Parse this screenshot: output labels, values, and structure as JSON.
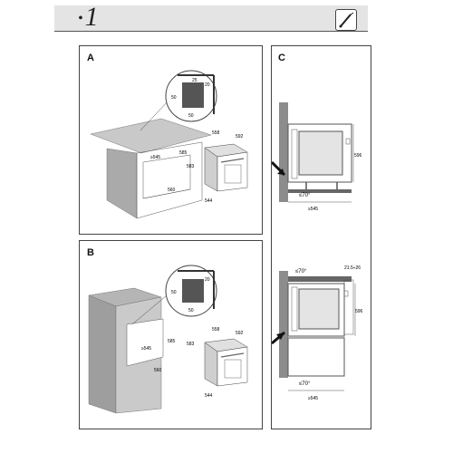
{
  "header": {
    "page_number": "1",
    "page_bullet": "•",
    "tool_icon": "screwdriver-icon"
  },
  "panel_a": {
    "label": "A",
    "detail": {
      "d50v": "50",
      "d50h": "50",
      "d20": "20",
      "d25": "25"
    },
    "cabinet": {
      "d545": "≥545",
      "d585": "585",
      "d560": "560",
      "d583": "583"
    },
    "oven": {
      "d558": "558",
      "d592": "592",
      "d544": "544"
    }
  },
  "panel_b": {
    "label": "B",
    "detail": {
      "d50v": "50",
      "d50h": "50",
      "d20": "20"
    },
    "cabinet": {
      "d545": "≥545",
      "d585": "585",
      "d560": "560",
      "d583": "583"
    },
    "oven": {
      "d558": "558",
      "d592": "592",
      "d544": "544"
    }
  },
  "panel_c": {
    "label": "C",
    "top": {
      "d596": "596",
      "angle": "≤70°",
      "d545": "≥545"
    },
    "bottom": {
      "angle": "≤70°",
      "gap": "21.5÷26",
      "d596": "596",
      "angle2": "≤70°",
      "d545": "≥545"
    }
  }
}
